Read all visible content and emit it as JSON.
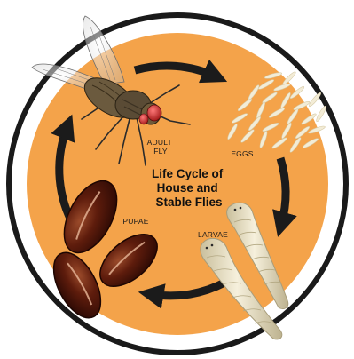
{
  "title_lines": [
    "Life Cycle of",
    "House and",
    "Stable Flies"
  ],
  "stages": {
    "adult": [
      "ADULT",
      "FLY"
    ],
    "eggs": "EGGS",
    "larvae": "LARVAE",
    "pupae": "PUPAE"
  },
  "colors": {
    "background_disc": "#f4a34a",
    "outer_ring": "#1a1a1a",
    "arrows": "#1b1b1b",
    "pupa": "#5a1a0c",
    "larva": "#ece4c8",
    "egg": "#f3ecd6"
  },
  "icons": [
    "fly-illustration",
    "egg-cluster",
    "larva-illustration",
    "pupa-illustration",
    "cycle-arrow"
  ]
}
